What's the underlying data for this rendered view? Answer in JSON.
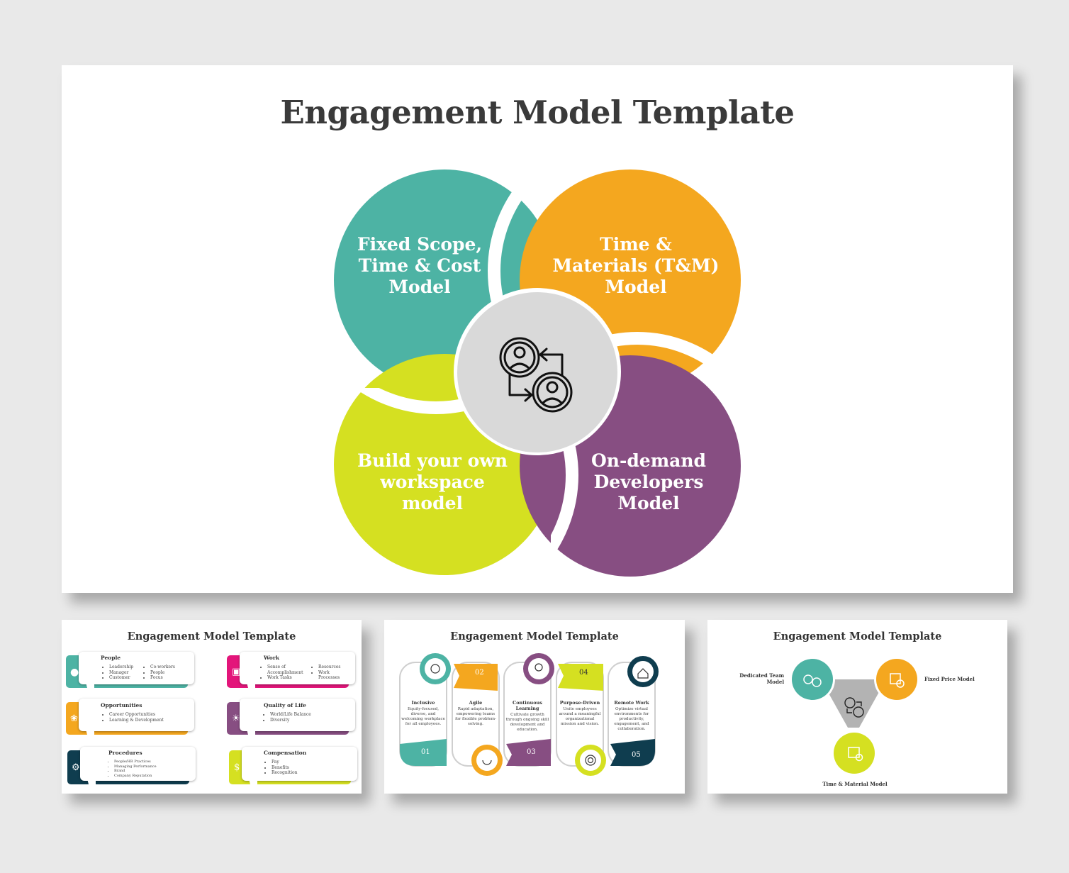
{
  "main": {
    "title": "Engagement Model Template",
    "petals": [
      {
        "label": "Fixed Scope, Time & Cost Model",
        "lines": [
          "Fixed Scope,",
          "Time & Cost",
          "Model"
        ],
        "color": "#4db3a4"
      },
      {
        "label": "Time & Materials (T&M) Model",
        "lines": [
          "Time &",
          "Materials (T&M)",
          "Model"
        ],
        "color": "#f4a71f"
      },
      {
        "label": "Build your own workspace model",
        "lines": [
          "Build your own",
          "workspace",
          "model"
        ],
        "color": "#d5e021"
      },
      {
        "label": "On-demand Developers Model",
        "lines": [
          "On-demand",
          "Developers",
          "Model"
        ],
        "color": "#874e82"
      }
    ],
    "center_icon": "user-exchange-icon",
    "center_color": "#d9d9d9"
  },
  "slide1": {
    "title": "Engagement Model Template",
    "cards": [
      {
        "title": "People",
        "color": "#4db3a4",
        "icon": "people-group-icon",
        "col1": [
          "Leadership",
          "Manager",
          "Customer"
        ],
        "col2": [
          "Co-workers",
          "People",
          "Focus"
        ]
      },
      {
        "title": "Work",
        "color": "#e3157a",
        "icon": "laptop-user-icon",
        "col1": [
          "Sense of Accomplishment",
          "Work Tasks"
        ],
        "col2": [
          "Resources",
          "Work Processes"
        ]
      },
      {
        "title": "Opportunities",
        "color": "#f4a71f",
        "icon": "growth-hand-icon",
        "col1": [
          "Career Opportunities",
          "Learning & Development"
        ],
        "col2": []
      },
      {
        "title": "Quality of Life",
        "color": "#874e82",
        "icon": "idea-person-icon",
        "col1": [
          "World/Life Balance",
          "Diversity"
        ],
        "col2": []
      },
      {
        "title": "Procedures",
        "color": "#0f3d4f",
        "icon": "process-icon",
        "col1": [
          "People/HR Practices",
          "Managing Performance",
          "Brand",
          "Company Reputation"
        ],
        "col2": []
      },
      {
        "title": "Compensation",
        "color": "#d5e021",
        "icon": "money-hand-icon",
        "col1": [
          "Pay",
          "Benefits",
          "Recognition"
        ],
        "col2": []
      }
    ]
  },
  "slide2": {
    "title": "Engagement Model Template",
    "steps": [
      {
        "num": "01",
        "title": "Inclusive",
        "desc": "Equity-focused, diverse, and welcoming workplace for all employees.",
        "color": "#4db3a4"
      },
      {
        "num": "02",
        "title": "Agile",
        "desc": "Rapid adaptation, empowering teams for flexible problem-solving.",
        "color": "#f4a71f"
      },
      {
        "num": "03",
        "title": "Continuous Learning",
        "desc": "Cultivate growth through ongoing skill development and education.",
        "color": "#874e82"
      },
      {
        "num": "04",
        "title": "Purpose-Driven",
        "desc": "Unite employees around a meaningful organizational mission and vision.",
        "color": "#d5e021"
      },
      {
        "num": "05",
        "title": "Remote Work",
        "desc": "Optimize virtual environments for productivity, engagement, and collaboration.",
        "color": "#0f3d4f"
      }
    ]
  },
  "slide3": {
    "title": "Engagement Model Template",
    "nodes": [
      {
        "label": "Dedicated Team Model",
        "lines": [
          "Dedicated Team",
          "Model"
        ],
        "color": "#4db3a4",
        "icon": "team-icon"
      },
      {
        "label": "Fixed Price Model",
        "color": "#f4a71f",
        "icon": "price-search-icon"
      },
      {
        "label": "Time & Material Model",
        "color": "#d5e021",
        "icon": "calendar-clock-icon"
      }
    ],
    "center_color": "#b3b3b3"
  }
}
